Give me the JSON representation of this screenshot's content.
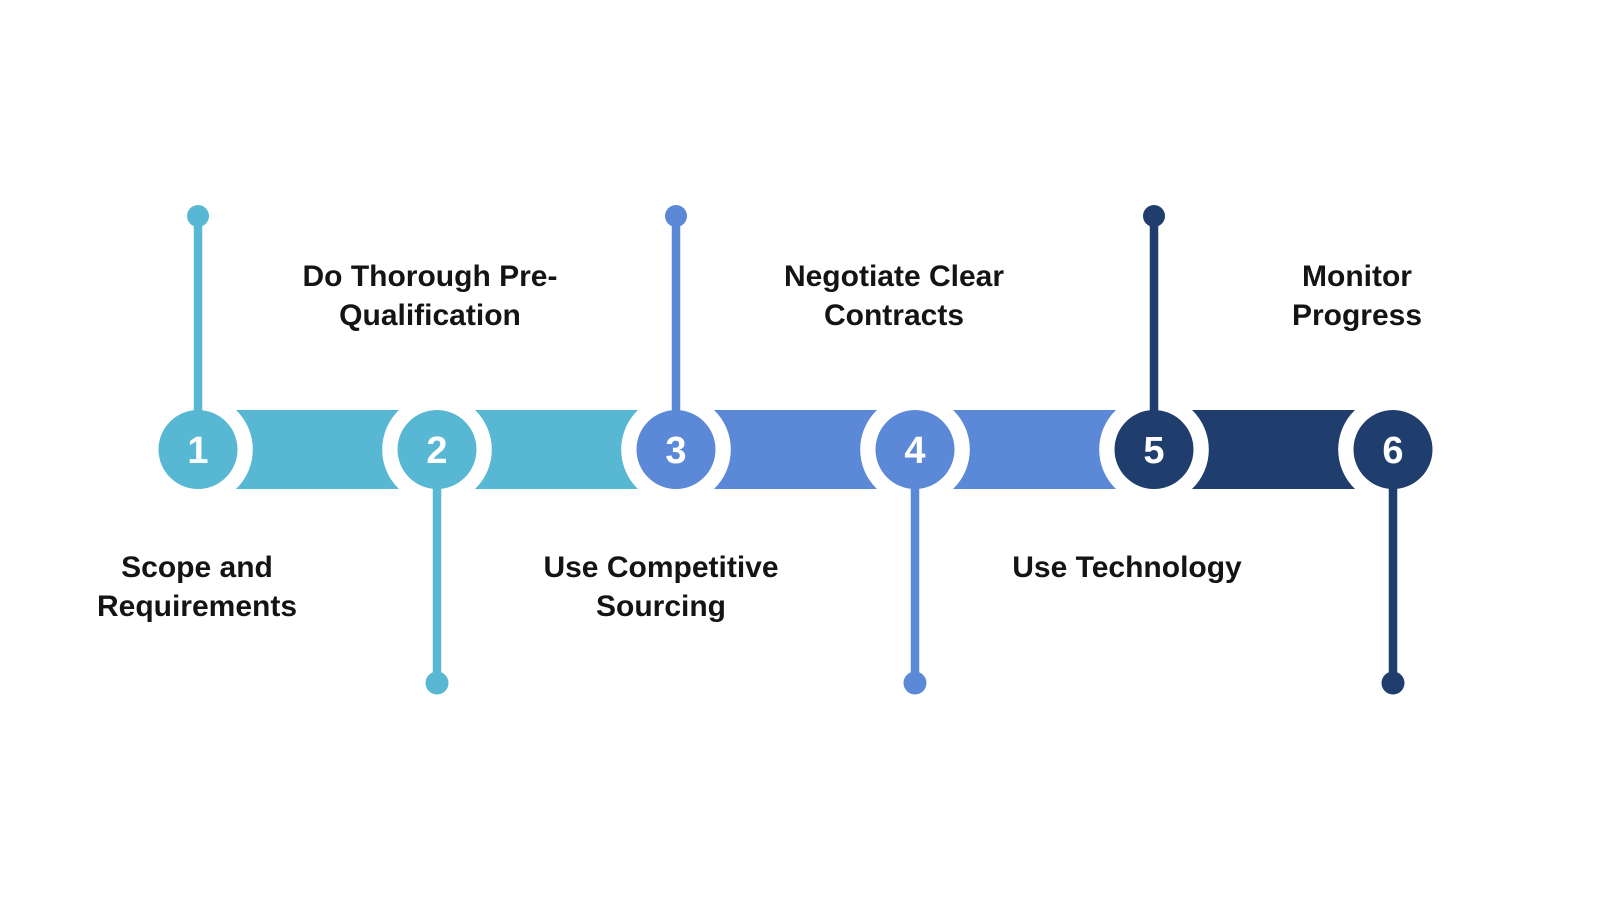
{
  "palette": {
    "teal": "#58B7D2",
    "blue": "#5B89D8",
    "navy": "#1F3E6E",
    "number_text": "#FFFFFF",
    "label_text": "#141414",
    "background": "#FFFFFF"
  },
  "steps": [
    {
      "number": "1",
      "label": "Scope and Requirements",
      "label_lines": [
        "Scope and",
        "Requirements"
      ],
      "label_position": "below",
      "color": "#58B7D2"
    },
    {
      "number": "2",
      "label": "Do Thorough Pre-Qualification",
      "label_lines": [
        "Do Thorough Pre-",
        "Qualification"
      ],
      "label_position": "above",
      "color": "#58B7D2"
    },
    {
      "number": "3",
      "label": "Use Competitive Sourcing",
      "label_lines": [
        "Use Competitive",
        "Sourcing"
      ],
      "label_position": "below",
      "color": "#5B89D8"
    },
    {
      "number": "4",
      "label": "Negotiate Clear Contracts",
      "label_lines": [
        "Negotiate Clear",
        "Contracts"
      ],
      "label_position": "above",
      "color": "#5B89D8"
    },
    {
      "number": "5",
      "label": "Use Technology",
      "label_lines": [
        "Use Technology"
      ],
      "label_position": "below",
      "color": "#1F3E6E"
    },
    {
      "number": "6",
      "label": "Monitor Progress",
      "label_lines": [
        "Monitor",
        "Progress"
      ],
      "label_position": "above",
      "color": "#1F3E6E"
    }
  ],
  "connectors": [
    {
      "from": "1",
      "to": "2",
      "color": "#58B7D2"
    },
    {
      "from": "2",
      "to": "3",
      "color": "#58B7D2"
    },
    {
      "from": "3",
      "to": "4",
      "color": "#5B89D8"
    },
    {
      "from": "4",
      "to": "5",
      "color": "#5B89D8"
    },
    {
      "from": "5",
      "to": "6",
      "color": "#1F3E6E"
    }
  ]
}
